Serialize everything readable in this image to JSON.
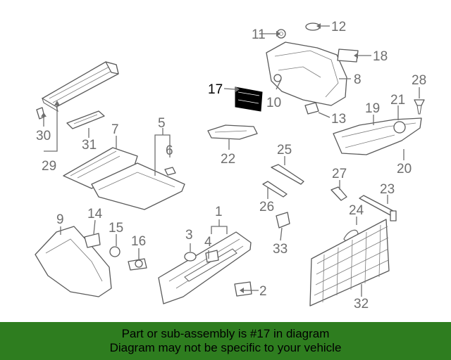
{
  "callouts": {
    "c1": "1",
    "c2": "2",
    "c3": "3",
    "c4": "4",
    "c5": "5",
    "c6": "6",
    "c7": "7",
    "c8": "8",
    "c9": "9",
    "c10": "10",
    "c11": "11",
    "c12": "12",
    "c13": "13",
    "c14": "14",
    "c15": "15",
    "c16": "16",
    "c17": "17",
    "c18": "18",
    "c19": "19",
    "c20": "20",
    "c21": "21",
    "c22": "22",
    "c23": "23",
    "c24": "24",
    "c25": "25",
    "c26": "26",
    "c27": "27",
    "c28": "28",
    "c29": "29",
    "c30": "30",
    "c31": "31",
    "c32": "32",
    "c33": "33"
  },
  "highlight_part": "17",
  "banner": {
    "line1": "Part or sub-assembly is #17 in diagram",
    "line2": "Diagram may not be specific to your vehicle",
    "color": "#2e7d1f"
  },
  "colors": {
    "drawing": "#5a5a5a",
    "highlight_fill": "#000000"
  }
}
